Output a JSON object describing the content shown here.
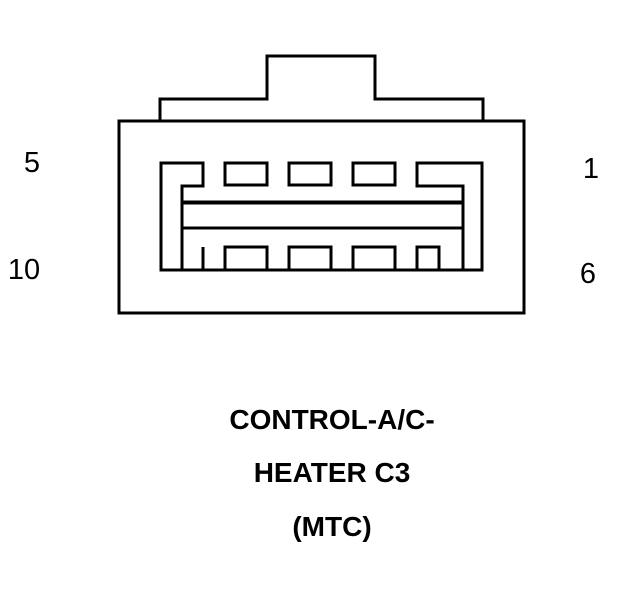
{
  "connector": {
    "pin_labels": {
      "top_left": "5",
      "top_right": "1",
      "bottom_left": "10",
      "bottom_right": "6"
    },
    "title_lines": [
      "CONTROL-A/C-",
      "HEATER C3",
      "(MTC)"
    ],
    "line_color": "#000000",
    "background_color": "#ffffff",
    "rows": 2,
    "cavities_per_row": 5
  }
}
